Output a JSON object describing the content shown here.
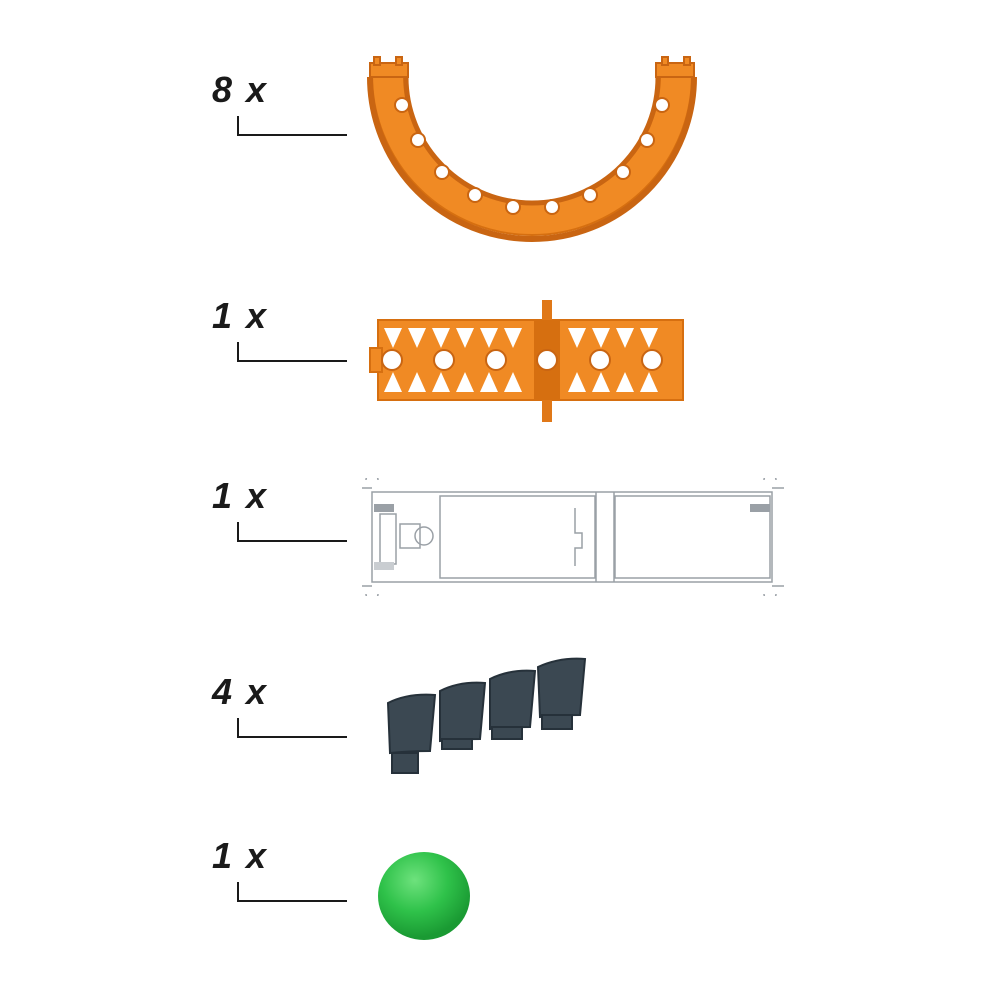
{
  "parts": [
    {
      "quantity": "8 x",
      "icon": "orange-curved-rail-icon"
    },
    {
      "quantity": "1 x",
      "icon": "orange-straight-rail-icon"
    },
    {
      "quantity": "1 x",
      "icon": "transparent-track-base-icon"
    },
    {
      "quantity": "4 x",
      "icon": "dark-flap-set-icon"
    },
    {
      "quantity": "1 x",
      "icon": "green-ball-icon"
    }
  ],
  "colors": {
    "orange": "#f08a24",
    "orange_dark": "#d66f10",
    "grey_part": "#3b4852",
    "green": "#2fc24a",
    "outline": "#9aa0a6"
  }
}
